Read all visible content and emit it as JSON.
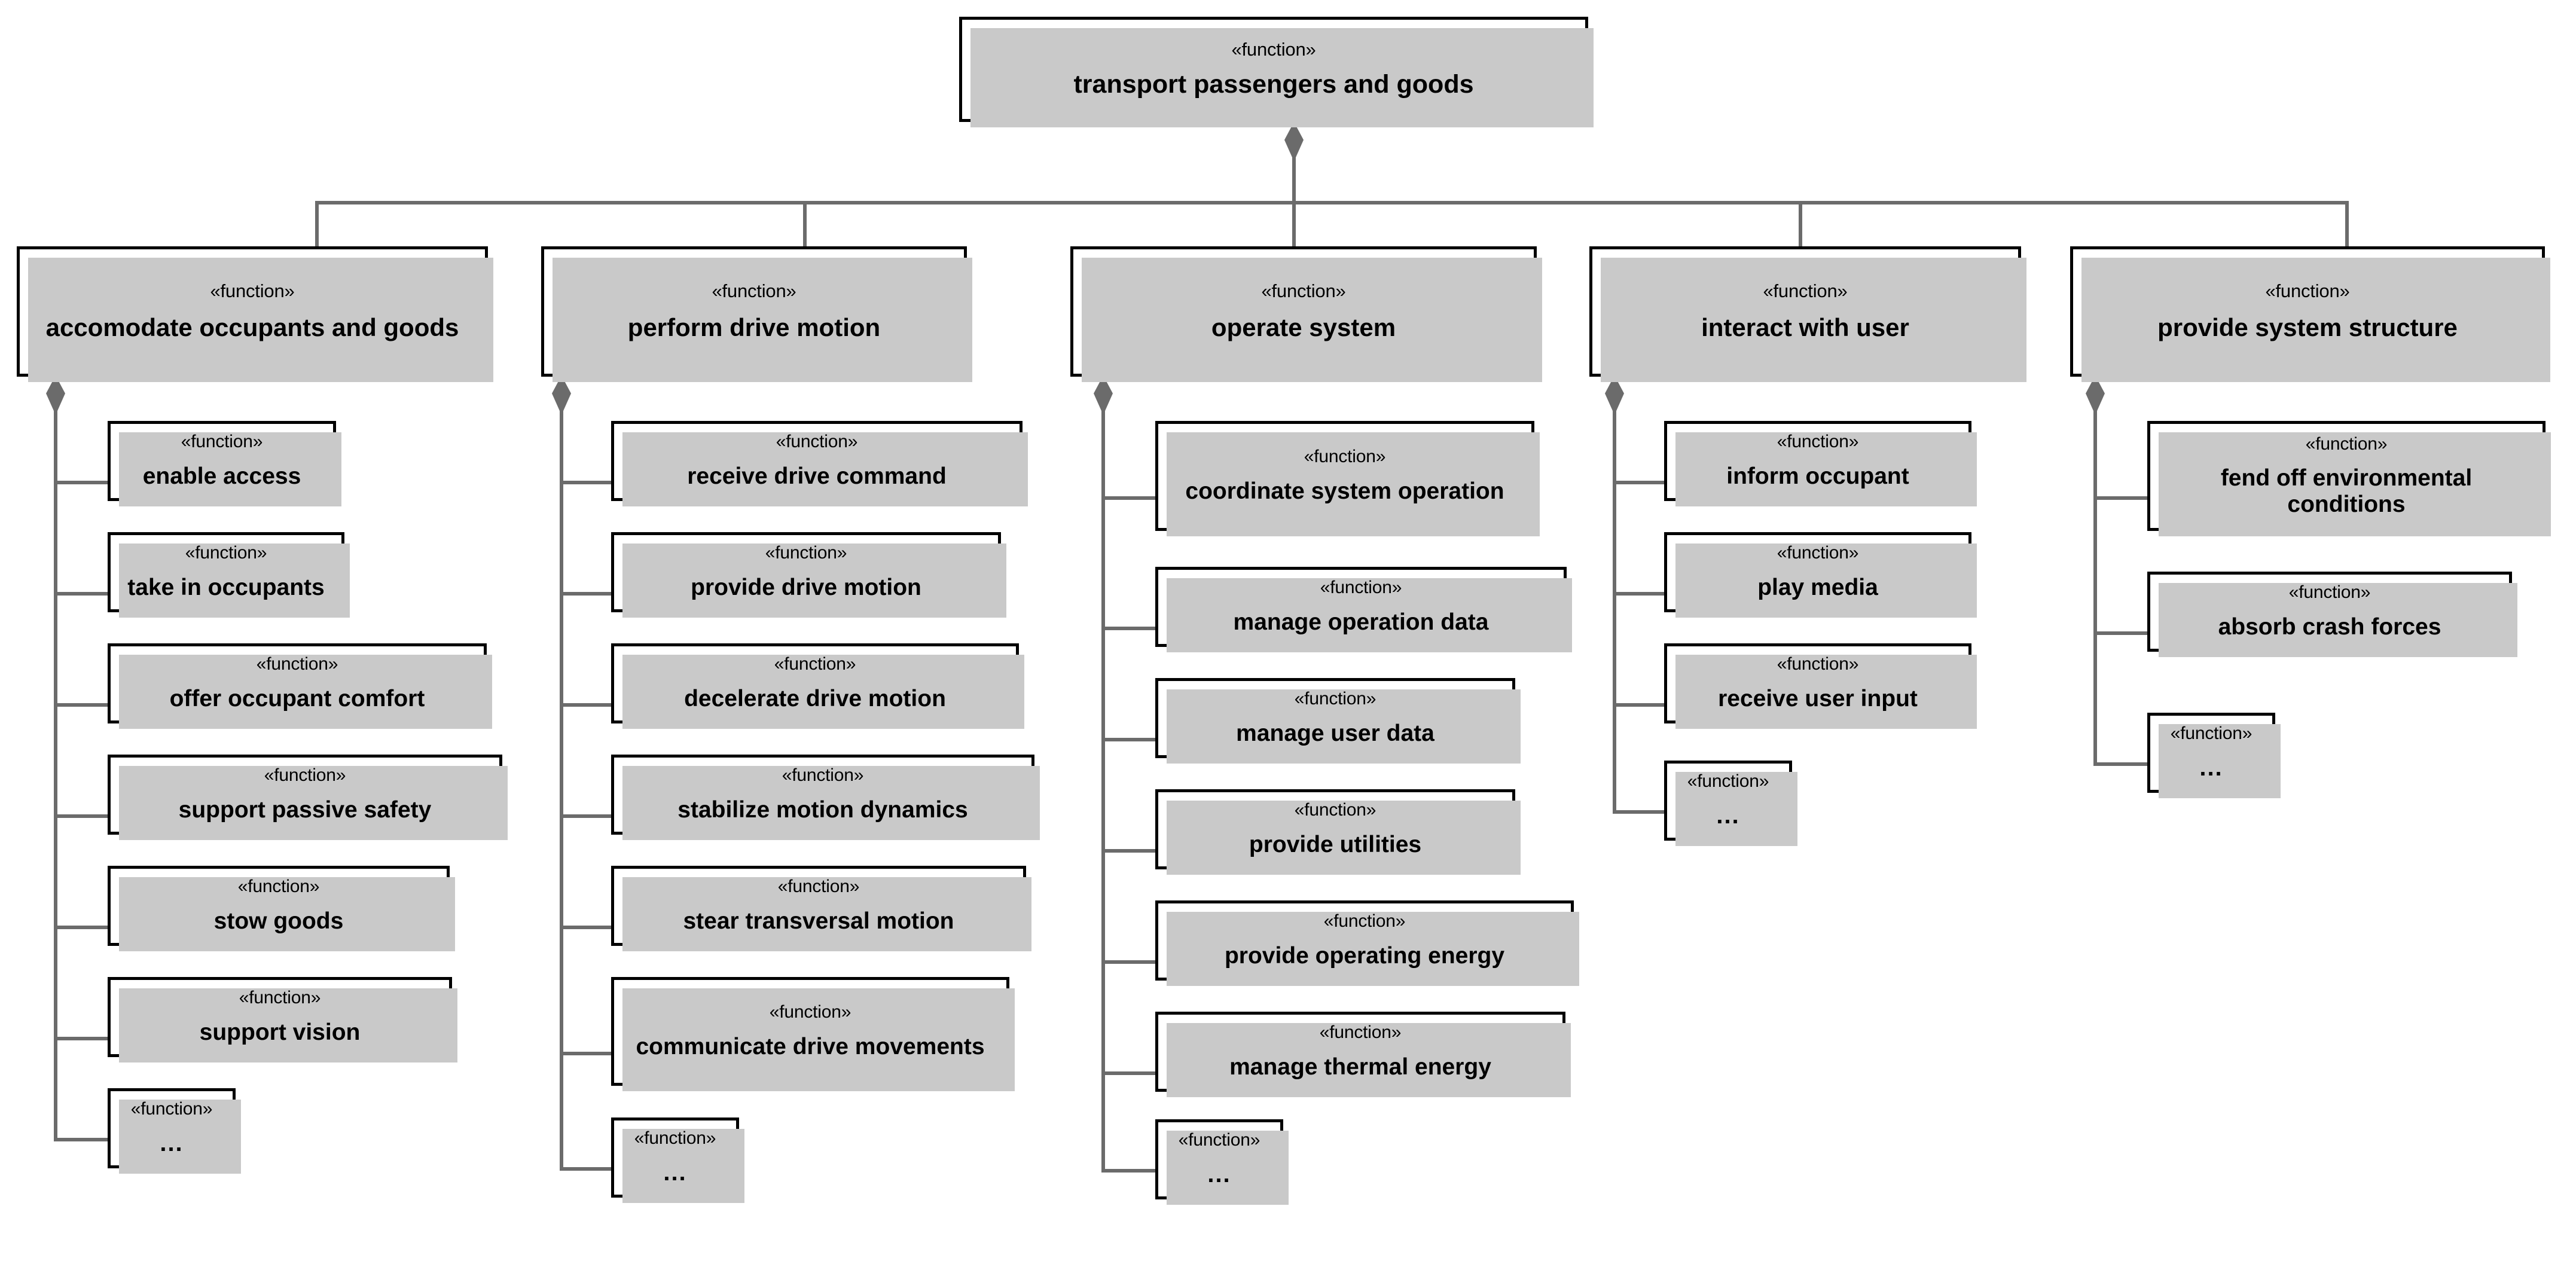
{
  "diagram": {
    "title": "function hierarchy",
    "stereotype": "«function»",
    "ellipsis": "...",
    "colors": {
      "box_border": "#000000",
      "box_fill": "#ffffff",
      "shadow": "#c9c9c9",
      "connector": "#6b6b6b",
      "text": "#000000"
    }
  },
  "root": {
    "stereotype": "«function»",
    "name": "transport passengers and goods"
  },
  "branches": [
    {
      "stereotype": "«function»",
      "name": "accomodate occupants and goods",
      "children": [
        {
          "stereotype": "«function»",
          "name": "enable access"
        },
        {
          "stereotype": "«function»",
          "name": "take in occupants"
        },
        {
          "stereotype": "«function»",
          "name": "offer occupant comfort"
        },
        {
          "stereotype": "«function»",
          "name": "support passive safety"
        },
        {
          "stereotype": "«function»",
          "name": "stow goods"
        },
        {
          "stereotype": "«function»",
          "name": "support vision"
        },
        {
          "stereotype": "«function»",
          "name": "..."
        }
      ]
    },
    {
      "stereotype": "«function»",
      "name": "perform drive motion",
      "children": [
        {
          "stereotype": "«function»",
          "name": "receive drive command"
        },
        {
          "stereotype": "«function»",
          "name": "provide drive motion"
        },
        {
          "stereotype": "«function»",
          "name": "decelerate drive motion"
        },
        {
          "stereotype": "«function»",
          "name": "stabilize motion dynamics"
        },
        {
          "stereotype": "«function»",
          "name": "stear transversal motion"
        },
        {
          "stereotype": "«function»",
          "name": "communicate drive movements"
        },
        {
          "stereotype": "«function»",
          "name": "..."
        }
      ]
    },
    {
      "stereotype": "«function»",
      "name": "operate system",
      "children": [
        {
          "stereotype": "«function»",
          "name": "coordinate system operation"
        },
        {
          "stereotype": "«function»",
          "name": "manage operation data"
        },
        {
          "stereotype": "«function»",
          "name": "manage user data"
        },
        {
          "stereotype": "«function»",
          "name": "provide utilities"
        },
        {
          "stereotype": "«function»",
          "name": "provide operating energy"
        },
        {
          "stereotype": "«function»",
          "name": "manage thermal energy"
        },
        {
          "stereotype": "«function»",
          "name": "..."
        }
      ]
    },
    {
      "stereotype": "«function»",
      "name": "interact with user",
      "children": [
        {
          "stereotype": "«function»",
          "name": "inform occupant"
        },
        {
          "stereotype": "«function»",
          "name": "play media"
        },
        {
          "stereotype": "«function»",
          "name": "receive user input"
        },
        {
          "stereotype": "«function»",
          "name": "..."
        }
      ]
    },
    {
      "stereotype": "«function»",
      "name": "provide system structure",
      "children": [
        {
          "stereotype": "«function»",
          "name": "fend off environmental conditions"
        },
        {
          "stereotype": "«function»",
          "name": "absorb crash forces"
        },
        {
          "stereotype": "«function»",
          "name": "..."
        }
      ]
    }
  ]
}
